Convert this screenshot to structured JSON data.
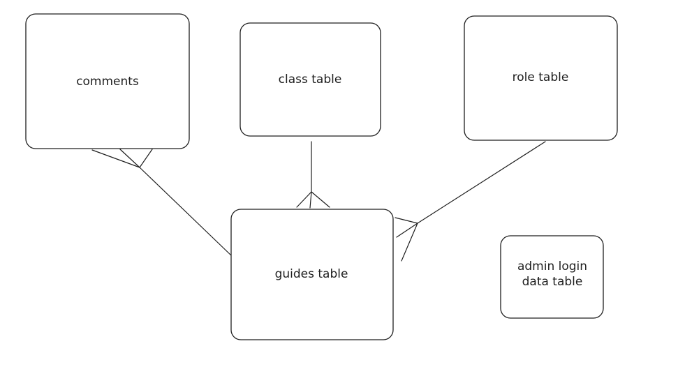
{
  "nodes": {
    "comments": {
      "label": "comments"
    },
    "class_table": {
      "label": "class table"
    },
    "role_table": {
      "label": "role table"
    },
    "guides_table": {
      "label": "guides table"
    },
    "admin_login_data_table": {
      "label_line1": "admin login",
      "label_line2": "data table"
    }
  },
  "edges": [
    {
      "from": "comments",
      "to": "guides_table",
      "end_style": "crow's foot at comments"
    },
    {
      "from": "class_table",
      "to": "guides_table",
      "end_style": "crow's foot at guides table"
    },
    {
      "from": "role_table",
      "to": "guides_table",
      "end_style": "crow's foot at guides table"
    }
  ],
  "colors": {
    "stroke": "#1e1e1e",
    "fill": "#ffffff",
    "background": "#ffffff"
  }
}
